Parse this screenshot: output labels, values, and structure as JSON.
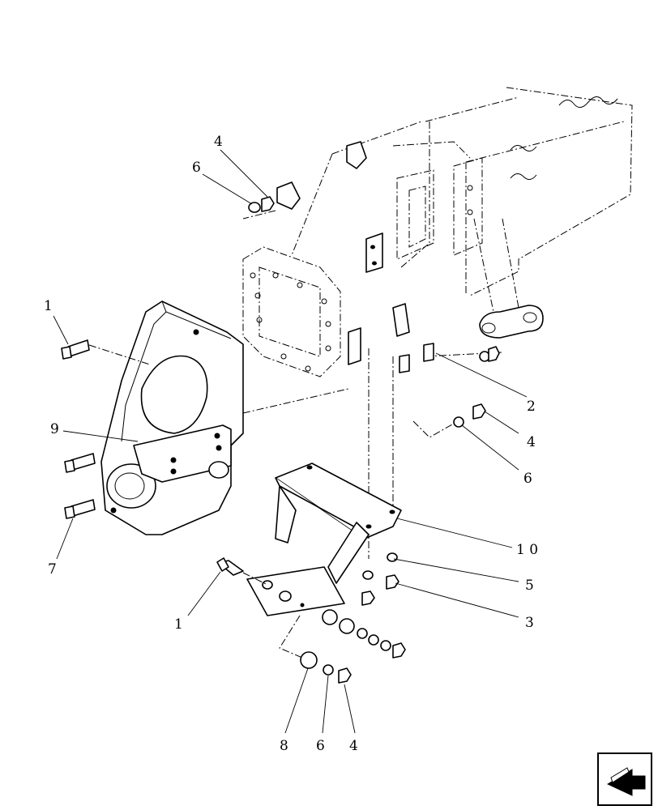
{
  "diagram": {
    "callouts": [
      {
        "id": "c4-top",
        "text": "4"
      },
      {
        "id": "c6-top",
        "text": "6"
      },
      {
        "id": "c1-upper",
        "text": "1"
      },
      {
        "id": "c9",
        "text": "9"
      },
      {
        "id": "c7",
        "text": "7"
      },
      {
        "id": "c2",
        "text": "2"
      },
      {
        "id": "c4-right",
        "text": "4"
      },
      {
        "id": "c6-right",
        "text": "6"
      },
      {
        "id": "c10",
        "text": "1 0"
      },
      {
        "id": "c5",
        "text": "5"
      },
      {
        "id": "c3",
        "text": "3"
      },
      {
        "id": "c1-lower",
        "text": "1"
      },
      {
        "id": "c8",
        "text": "8"
      },
      {
        "id": "c6-bottom",
        "text": "6"
      },
      {
        "id": "c4-bottom",
        "text": "4"
      }
    ],
    "nav_icon": "next-page-arrow-icon"
  }
}
